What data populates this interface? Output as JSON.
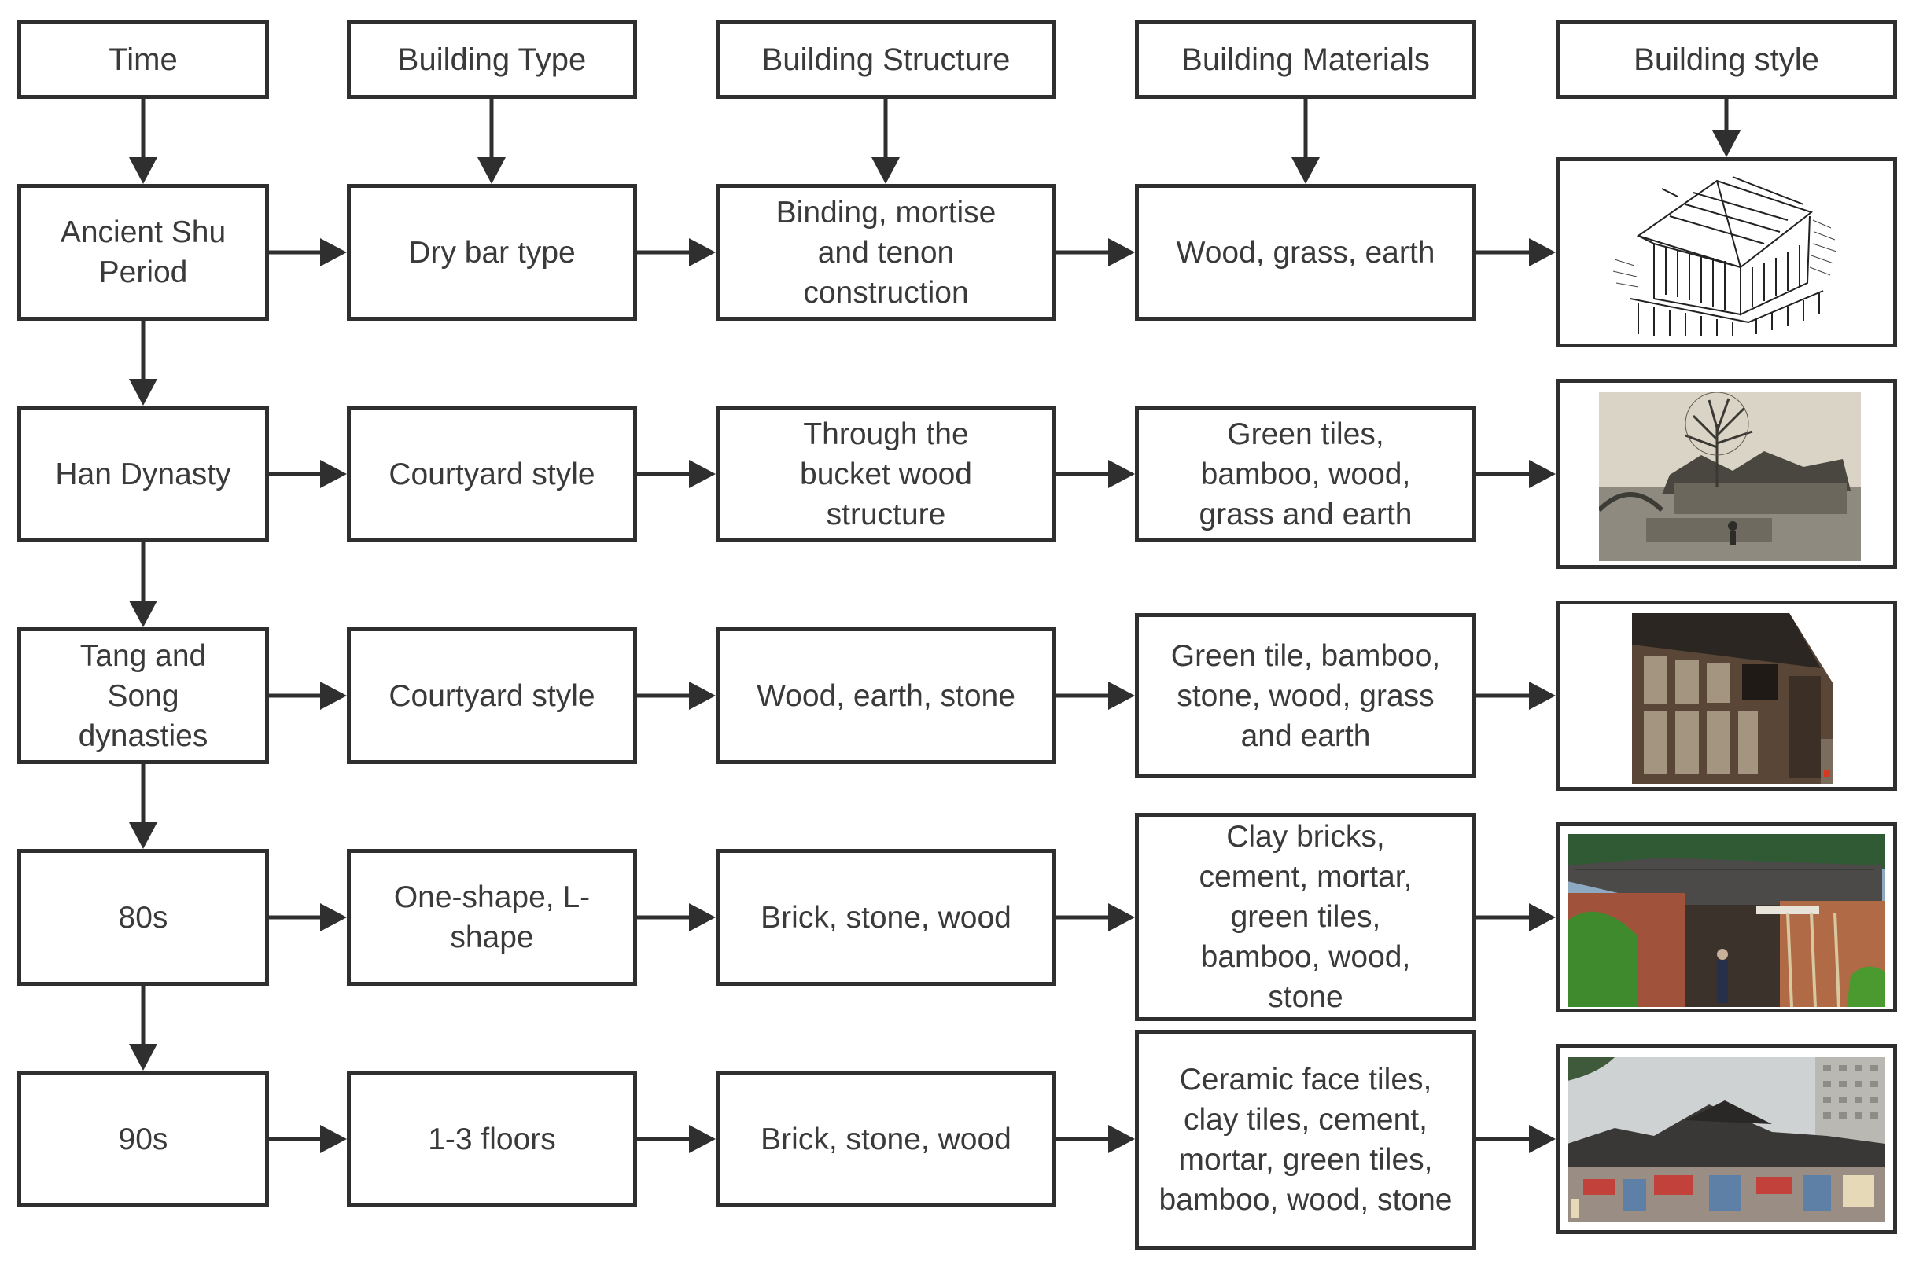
{
  "headers": [
    {
      "id": "time",
      "label": "Time"
    },
    {
      "id": "type",
      "label": "Building Type"
    },
    {
      "id": "structure",
      "label": "Building Structure"
    },
    {
      "id": "materials",
      "label": "Building Materials"
    },
    {
      "id": "style",
      "label": "Building style"
    }
  ],
  "rows": [
    {
      "time": "Ancient Shu Period",
      "type": "Dry bar type",
      "structure": "Binding, mortise and tenon construction",
      "materials": "Wood, grass, earth",
      "style_image": "sketch-stilt-house"
    },
    {
      "time": "Han Dynasty",
      "type": "Courtyard style",
      "structure": "Through the bucket wood structure",
      "materials": "Green tiles, bamboo, wood, grass and earth",
      "style_image": "photo-sepia-courtyard-village"
    },
    {
      "time": "Tang and Song dynasties",
      "type": "Courtyard style",
      "structure": "Wood, earth, stone",
      "materials": "Green tile, bamboo, stone, wood, grass and earth",
      "style_image": "photo-timber-frame-wall"
    },
    {
      "time": "80s",
      "type": "One-shape, L-shape",
      "structure": "Brick, stone, wood",
      "materials": "Clay bricks, cement, mortar, green tiles, bamboo, wood, stone",
      "style_image": "photo-brick-tile-houses"
    },
    {
      "time": "90s",
      "type": "1-3 floors",
      "structure": "Brick, stone, wood",
      "materials": "Ceramic face tiles, clay tiles, cement, mortar, green tiles, bamboo, wood, stone",
      "style_image": "photo-old-street-with-tower"
    }
  ],
  "colors": {
    "line": "#2f2f2f",
    "text": "#3a3a3a"
  }
}
